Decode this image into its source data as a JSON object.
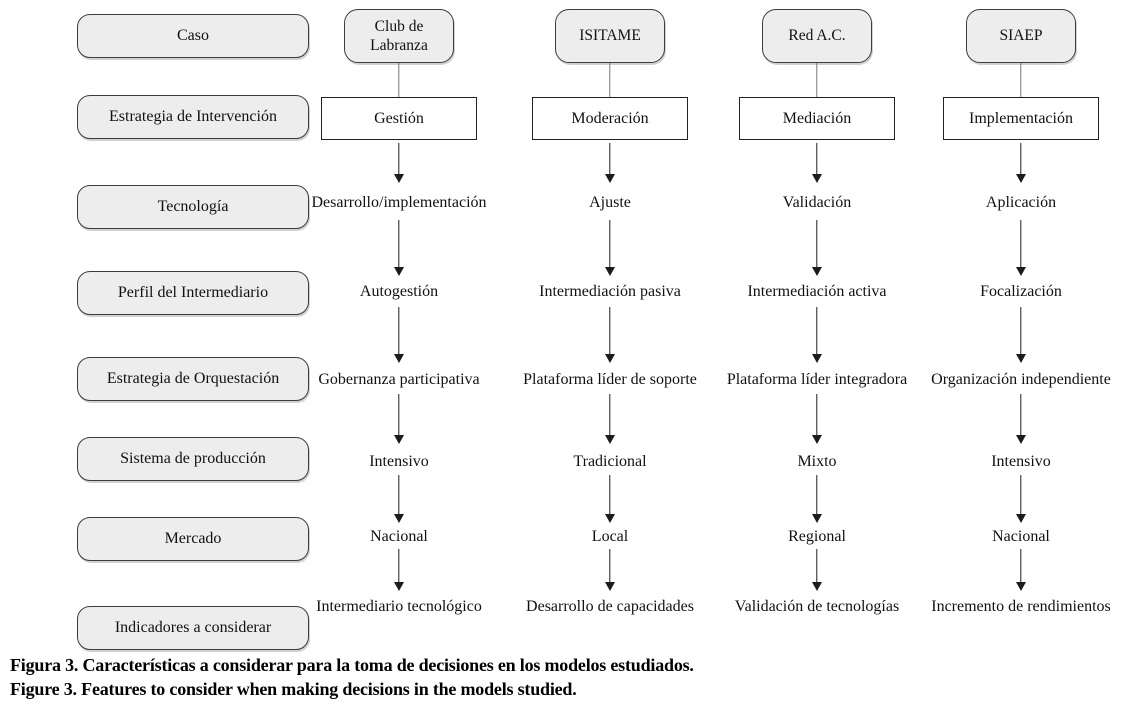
{
  "row_labels": [
    "Caso",
    "Estrategia de Intervención",
    "Tecnología",
    "Perfil del Intermediario",
    "Estrategia de Orquestación",
    "Sistema de producción",
    "Mercado",
    "Indicadores a considerar"
  ],
  "columns": [
    {
      "case": "Club de Labranza",
      "strategy": "Gestión",
      "values": [
        "Desarrollo/implementación",
        "Autogestión",
        "Gobernanza participativa",
        "Intensivo",
        "Nacional",
        "Intermediario tecnológico"
      ]
    },
    {
      "case": "ISITAME",
      "strategy": "Moderación",
      "values": [
        "Ajuste",
        "Intermediación pasiva",
        "Plataforma líder de soporte",
        "Tradicional",
        "Local",
        "Desarrollo de capacidades"
      ]
    },
    {
      "case": "Red A.C.",
      "strategy": "Mediación",
      "values": [
        "Validación",
        "Intermediación activa",
        "Plataforma líder integradora",
        "Mixto",
        "Regional",
        "Validación de tecnologías"
      ]
    },
    {
      "case": "SIAEP",
      "strategy": "Implementación",
      "values": [
        "Aplicación",
        "Focalización",
        "Organización independiente",
        "Intensivo",
        "Nacional",
        "Incremento de rendimientos"
      ]
    }
  ],
  "caption": {
    "es": "Figura 3. Características a considerar para la toma de decisiones en los modelos estudiados.",
    "en": "Figure 3. Features to consider when making decisions in the models studied."
  },
  "colors": {
    "label_fill": "#ededed",
    "label_border": "#3d3d3d",
    "strategy_fill": "#ffffff",
    "arrow": "#1c1c1c"
  }
}
